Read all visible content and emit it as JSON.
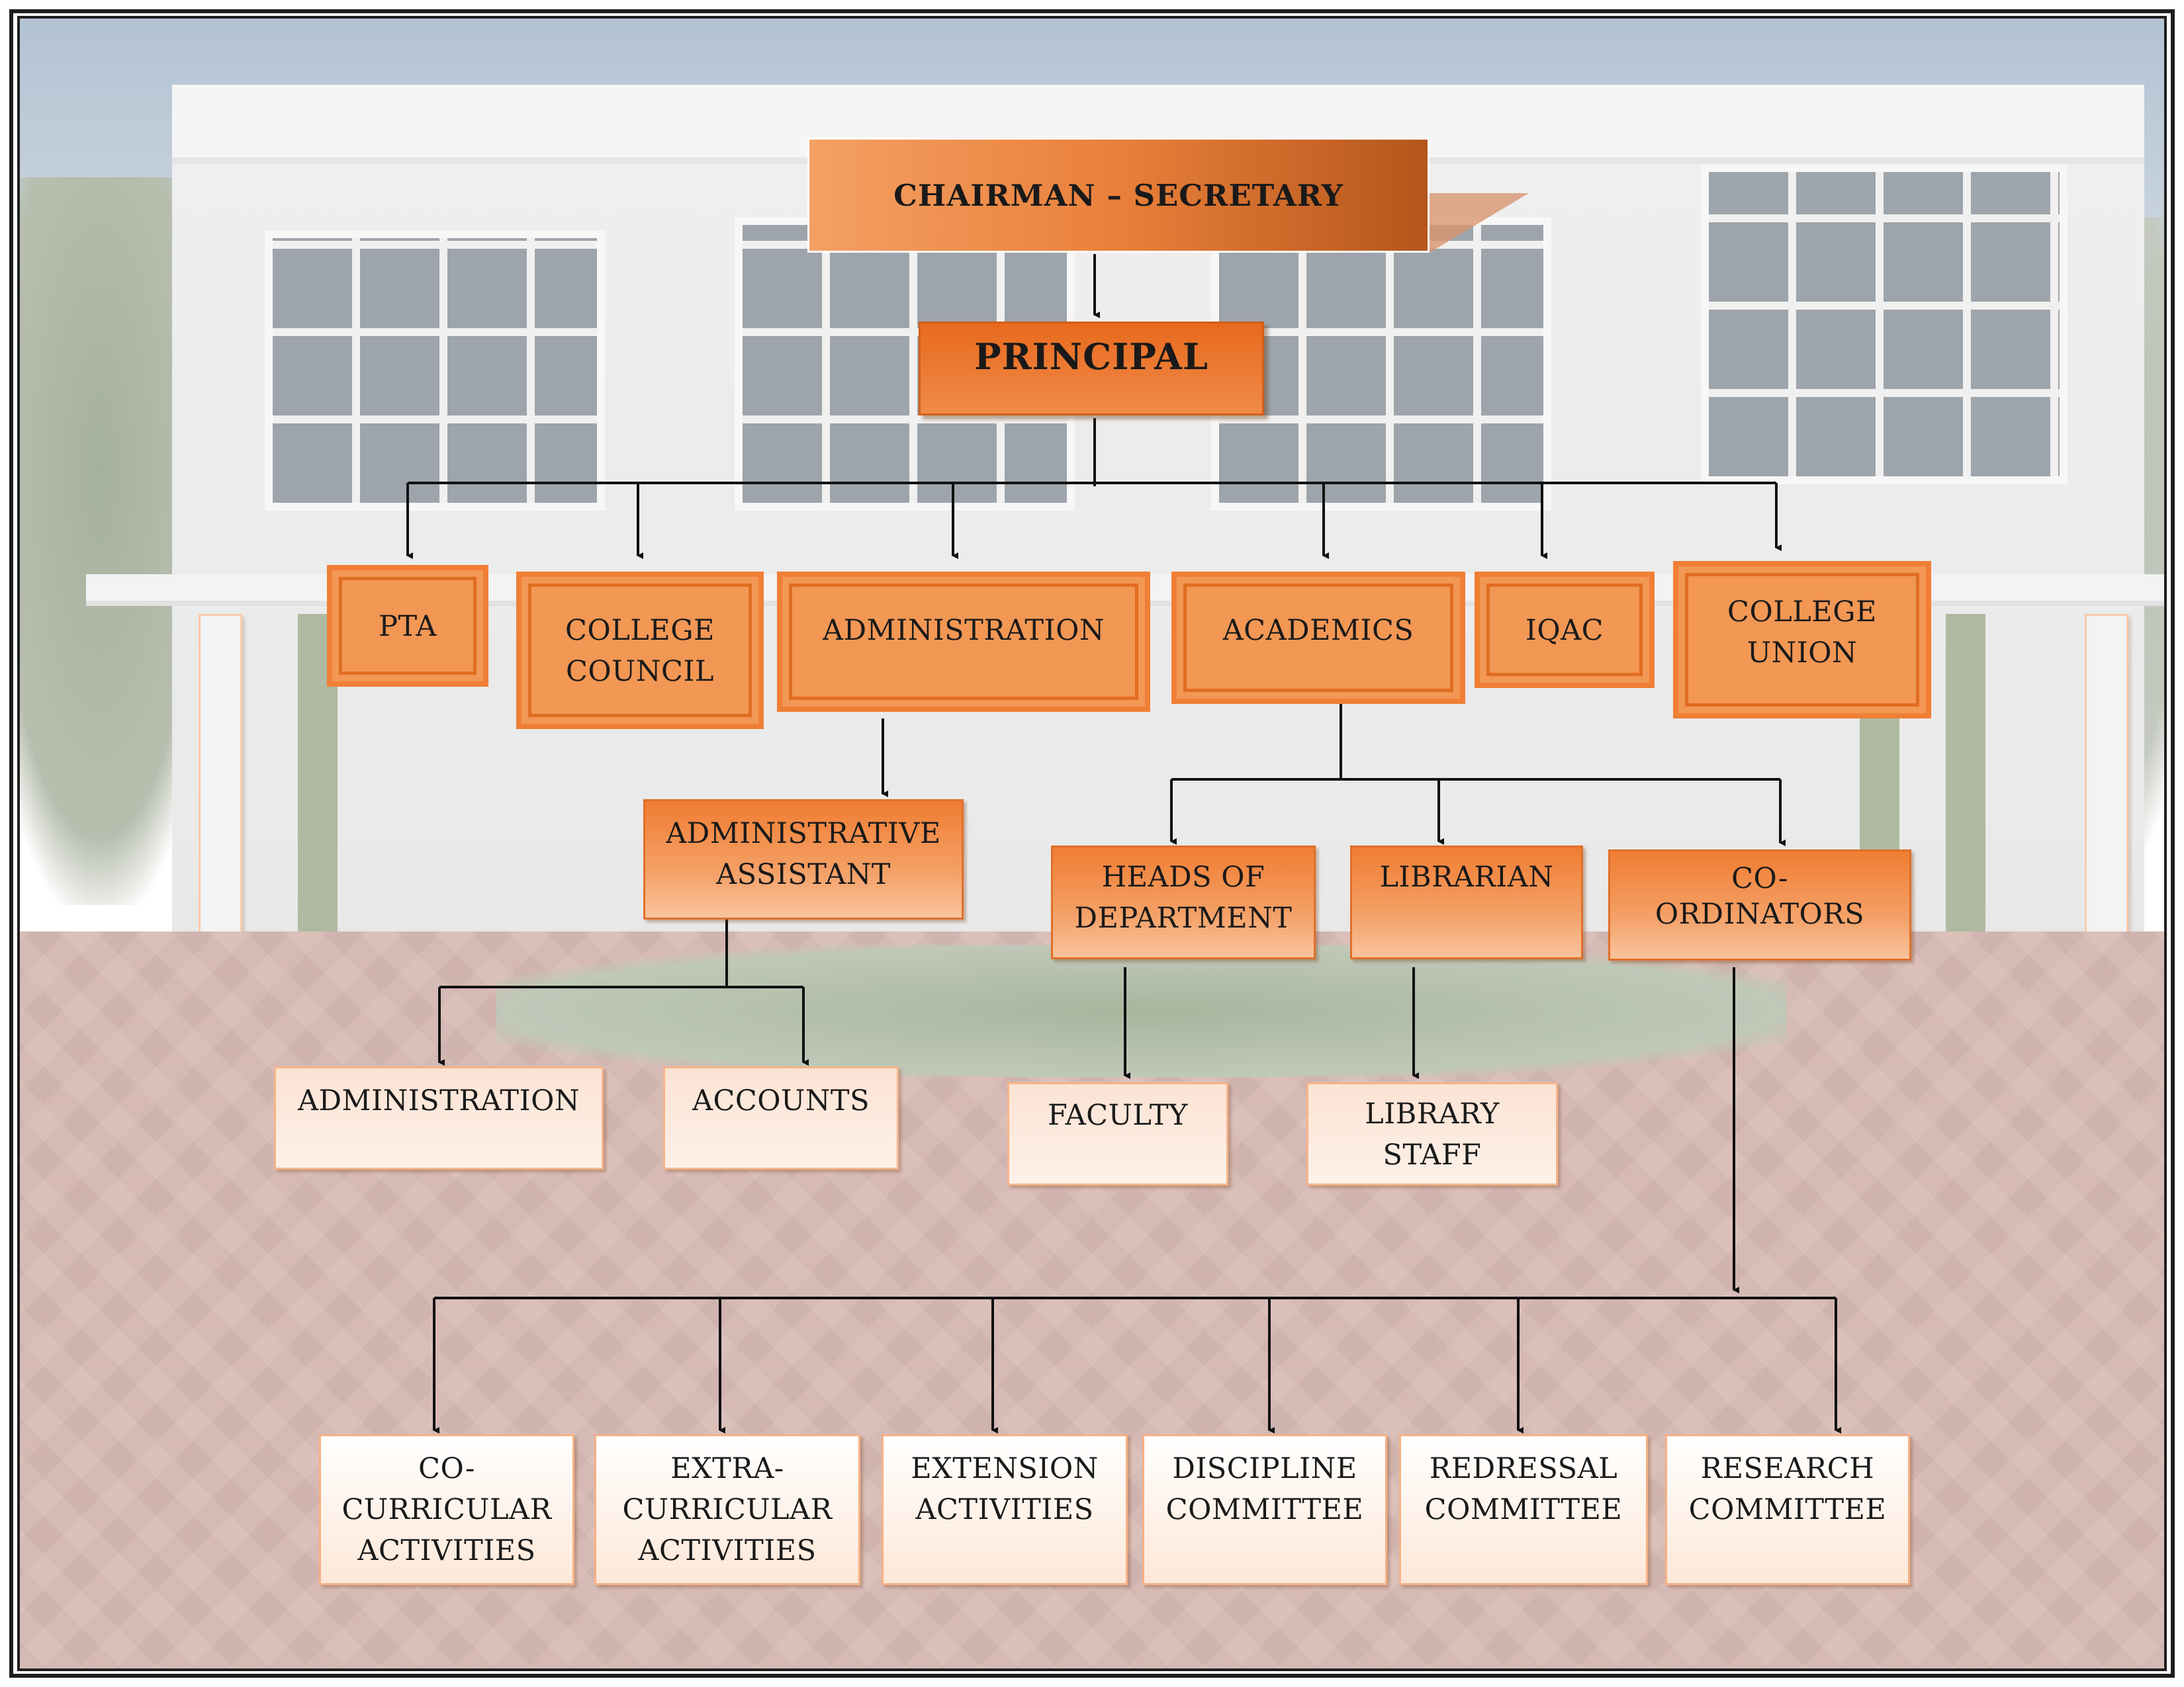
{
  "top": {
    "chairman": "CHAIRMAN – SECRETARY",
    "principal": "PRINCIPAL"
  },
  "level2": {
    "pta": "PTA",
    "council": [
      "COLLEGE",
      "COUNCIL"
    ],
    "administration": "ADMINISTRATION",
    "academics": "ACADEMICS",
    "iqac": "IQAC",
    "union": [
      "COLLEGE",
      "UNION"
    ]
  },
  "level3": {
    "admin_assistant": [
      "ADMINISTRATIVE",
      "ASSISTANT"
    ],
    "hod": [
      "HEADS OF",
      "DEPARTMENT"
    ],
    "librarian": "LIBRARIAN",
    "coordinators": [
      "CO-",
      "ORDINATORS"
    ]
  },
  "level4": {
    "administration": "ADMINISTRATION",
    "accounts": "ACCOUNTS",
    "faculty": "FACULTY",
    "library_staff": [
      "LIBRARY",
      "STAFF"
    ]
  },
  "level5": {
    "co_curricular": [
      "CO-",
      "CURRICULAR",
      "ACTIVITIES"
    ],
    "extra_curricular": [
      "EXTRA-",
      "CURRICULAR",
      "ACTIVITIES"
    ],
    "extension": [
      "EXTENSION",
      "ACTIVITIES"
    ],
    "discipline": [
      "DISCIPLINE",
      "COMMITTEE"
    ],
    "redressal": [
      "REDRESSAL",
      "COMMITTEE"
    ],
    "research": [
      "RESEARCH",
      "COMMITTEE"
    ]
  },
  "colors": {
    "orange": "#f07d32",
    "dark_orange": "#e86a1e",
    "pale": "#fbe3d3",
    "line": "#111111"
  }
}
